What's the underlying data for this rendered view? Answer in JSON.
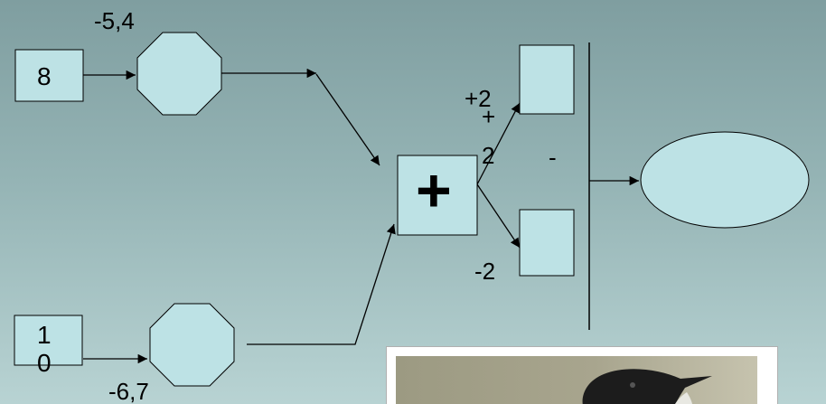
{
  "diagram": {
    "input_top": "8",
    "input_bottom_line1": "1",
    "input_bottom_line2": "0",
    "weight_top": "-5,4",
    "weight_bottom": "-6,7",
    "sum_symbol": "+",
    "branch_top_label": "+2",
    "overlap_plus": "+",
    "overlap_two": "2",
    "branch_bottom_label": "-2",
    "minus_label": "-"
  },
  "colors": {
    "shape_fill": "#bde2e5",
    "line": "#000000"
  },
  "photo": {
    "subject": "bird-photo"
  }
}
